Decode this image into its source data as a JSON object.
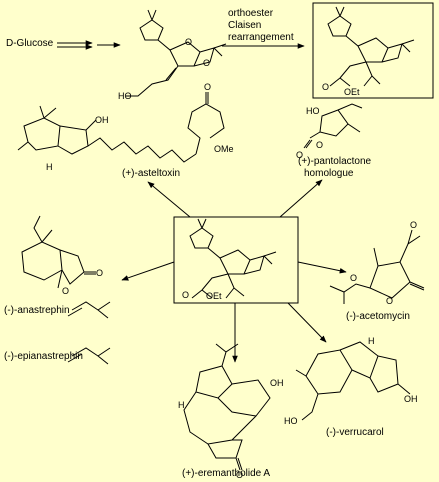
{
  "start_label": "D-Glucose",
  "rearrangement": [
    "orthoester",
    "Claisen",
    "rearrangement"
  ],
  "atoms": {
    "ho": "HO",
    "o": "O",
    "oh": "OH",
    "h": "H",
    "ome": "OMe",
    "oet": "OEt",
    "hh": "H"
  },
  "products": {
    "asteltoxin": "(+)-asteltoxin",
    "pantolactone_1": "(+)-pantolactone",
    "pantolactone_2": "homologue",
    "anastrephin": "(-)-anastrephin",
    "epianastrephin": "(-)-epianastrephin",
    "acetomycin": "(-)-acetomycin",
    "verrucarol": "(-)-verrucarol",
    "eremantholide": "(+)-eremantholide A"
  }
}
